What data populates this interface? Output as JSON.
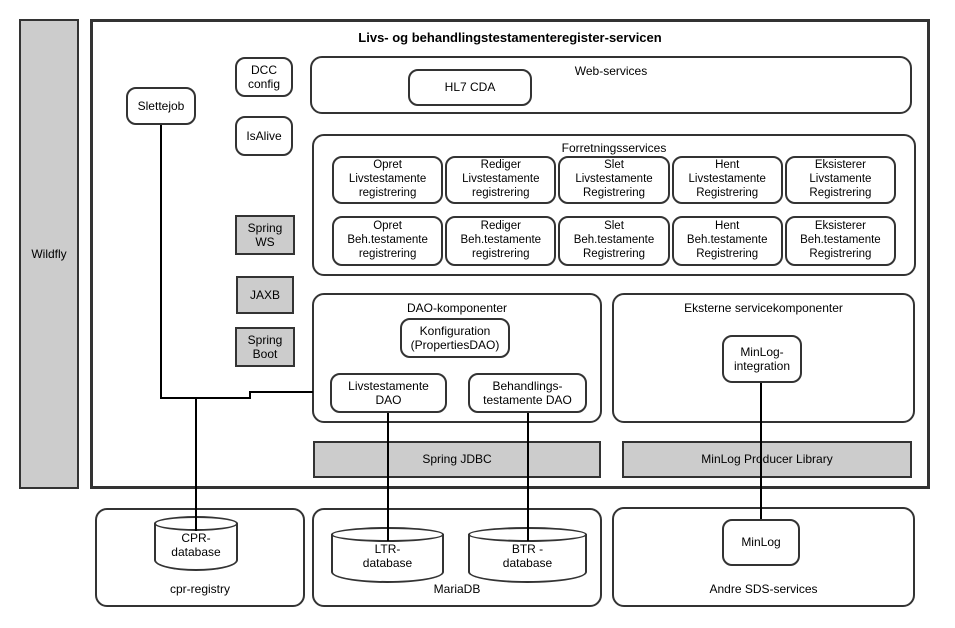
{
  "colors": {
    "gray_fill": "#cccccc",
    "box_border": "#333333",
    "connector": "#000000"
  },
  "diagram": {
    "wildfly": "Wildfly",
    "title": "Livs- og behandlingstestamenteregister-servicen",
    "slettejob": "Slettejob",
    "dcc_config": "DCC\nconfig",
    "isalive": "IsAlive",
    "spring_ws": "Spring\nWS",
    "jaxb": "JAXB",
    "spring_boot": "Spring\nBoot",
    "web_services": {
      "label": "Web-services",
      "hl7_cda": "HL7 CDA"
    },
    "forretningsservices": {
      "label": "Forretningsservices",
      "row1": [
        "Opret\nLivstestamente\nregistrering",
        "Rediger\nLivstestamente\nregistrering",
        "Slet\nLivstestamente\nRegistrering",
        "Hent\nLivstestamente\nRegistrering",
        "Eksisterer\nLivstamente\nRegistrering"
      ],
      "row2": [
        "Opret\nBeh.testamente\nregistrering",
        "Rediger\nBeh.testamente\nregistrering",
        "Slet\nBeh.testamente\nRegistrering",
        "Hent\nBeh.testamente\nRegistrering",
        "Eksisterer\nBeh.testamente\nRegistrering"
      ]
    },
    "dao": {
      "label": "DAO-komponenter",
      "konfiguration": "Konfiguration\n(PropertiesDAO)",
      "livstestamente_dao": "Livstestamente\nDAO",
      "behandlingstestamente_dao": "Behandlings-\ntestamente DAO"
    },
    "eksterne": {
      "label": "Eksterne servicekomponenter",
      "minlog_integration": "MinLog-\nintegration"
    },
    "spring_jdbc": "Spring JDBC",
    "minlog_producer": "MinLog Producer Library",
    "cpr_registry": {
      "label": "cpr-registry",
      "cpr_database": "CPR-\ndatabase"
    },
    "mariadb": {
      "label": "MariaDB",
      "ltr_database": "LTR-\ndatabase",
      "btr_database": "BTR -\ndatabase"
    },
    "andre_sds": {
      "label": "Andre SDS-services",
      "minlog": "MinLog"
    }
  }
}
